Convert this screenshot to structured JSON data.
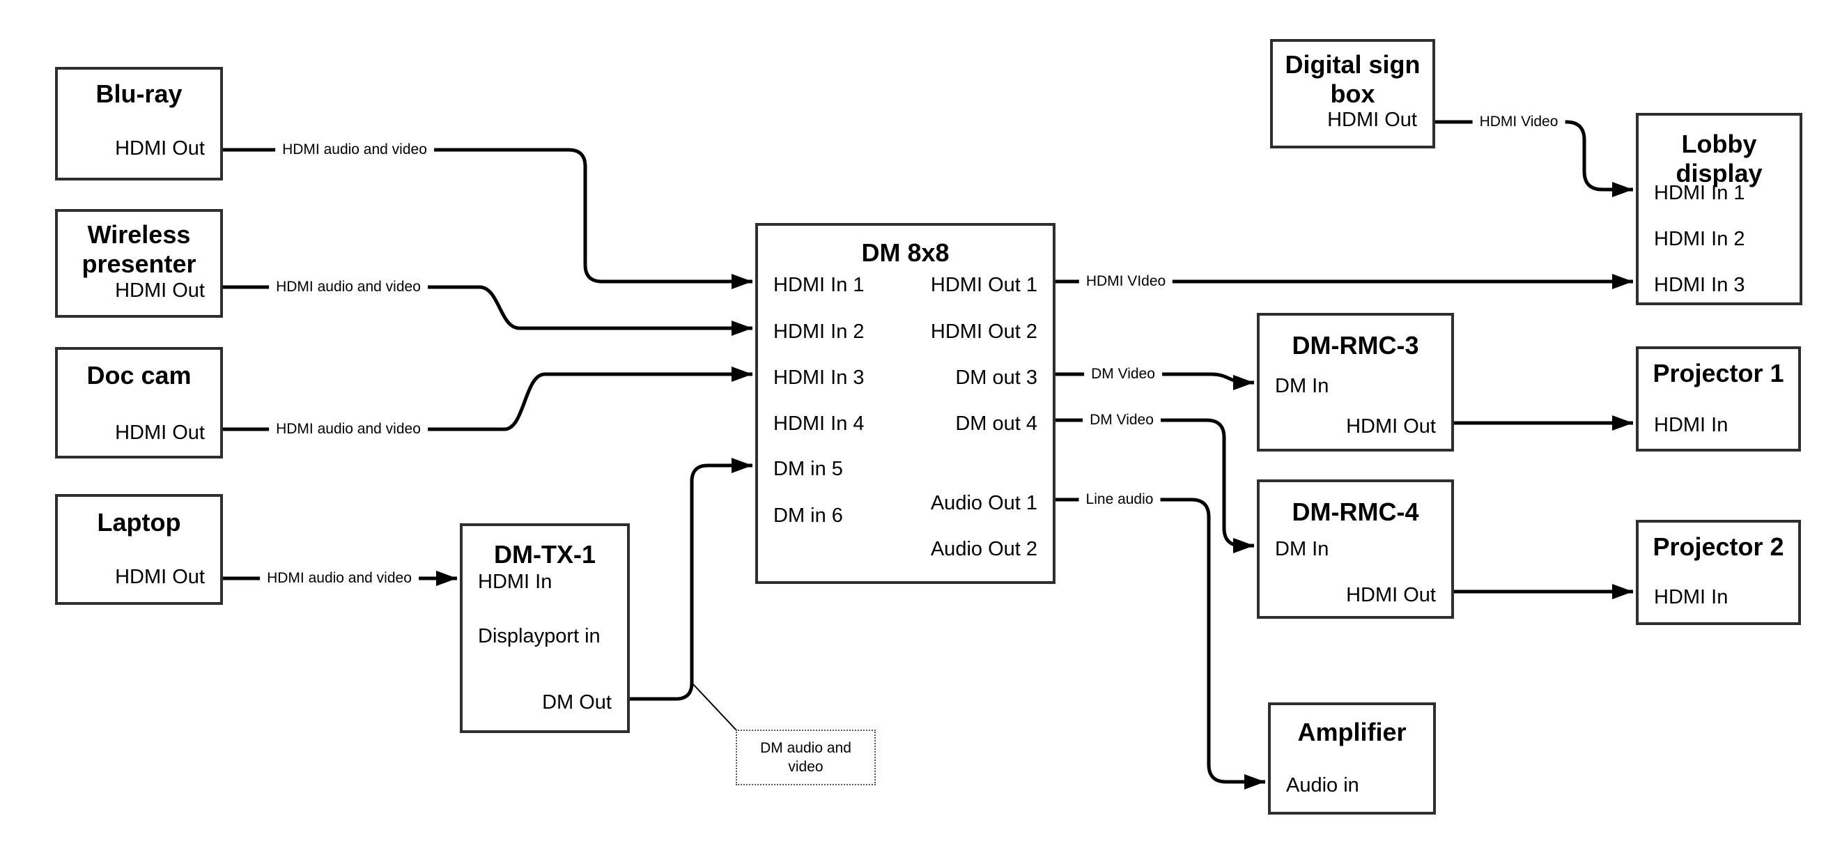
{
  "diagram": {
    "boxes": {
      "bluray": {
        "title": "Blu-ray",
        "hdmi_out": "HDMI Out"
      },
      "wireless": {
        "title": "Wireless presenter",
        "hdmi_out": "HDMI Out"
      },
      "doccam": {
        "title": "Doc cam",
        "hdmi_out": "HDMI Out"
      },
      "laptop": {
        "title": "Laptop",
        "hdmi_out": "HDMI Out"
      },
      "dmtx1": {
        "title": "DM-TX-1",
        "hdmi_in": "HDMI In",
        "dp_in": "Displayport in",
        "dm_out": "DM Out"
      },
      "dm8x8": {
        "title": "DM 8x8",
        "in1": "HDMI In 1",
        "in2": "HDMI In 2",
        "in3": "HDMI In 3",
        "in4": "HDMI In 4",
        "in5": "DM in 5",
        "in6": "DM in 6",
        "out1": "HDMI Out 1",
        "out2": "HDMI Out 2",
        "out3": "DM out 3",
        "out4": "DM out 4",
        "aout1": "Audio Out 1",
        "aout2": "Audio Out 2"
      },
      "digitalsign": {
        "title": "Digital sign box",
        "hdmi_out": "HDMI Out"
      },
      "lobby": {
        "title": "Lobby display",
        "in1": "HDMI In 1",
        "in2": "HDMI In 2",
        "in3": "HDMI In 3"
      },
      "dmrmc3": {
        "title": "DM-RMC-3",
        "dm_in": "DM In",
        "hdmi_out": "HDMI Out"
      },
      "proj1": {
        "title": "Projector 1",
        "hdmi_in": "HDMI In"
      },
      "dmrmc4": {
        "title": "DM-RMC-4",
        "dm_in": "DM In",
        "hdmi_out": "HDMI Out"
      },
      "proj2": {
        "title": "Projector 2",
        "hdmi_in": "HDMI In"
      },
      "amplifier": {
        "title": "Amplifier",
        "audio_in": "Audio in"
      }
    },
    "wire_labels": {
      "bluray_wire": "HDMI audio and video",
      "wireless_wire": "HDMI audio and video",
      "doccam_wire": "HDMI audio and video",
      "laptop_wire": "HDMI audio and video",
      "hdmi_out1_wire": "HDMI VIdeo",
      "dm_out3_wire": "DM Video",
      "dm_out4_wire": "DM Video",
      "audio_out1_wire": "Line audio",
      "digitalsign_wire": "HDMI Video"
    },
    "callout_text": "DM audio and video",
    "colors": {
      "wire": "#000000",
      "box_border": "#2e2e2e",
      "background": "#ffffff"
    }
  }
}
